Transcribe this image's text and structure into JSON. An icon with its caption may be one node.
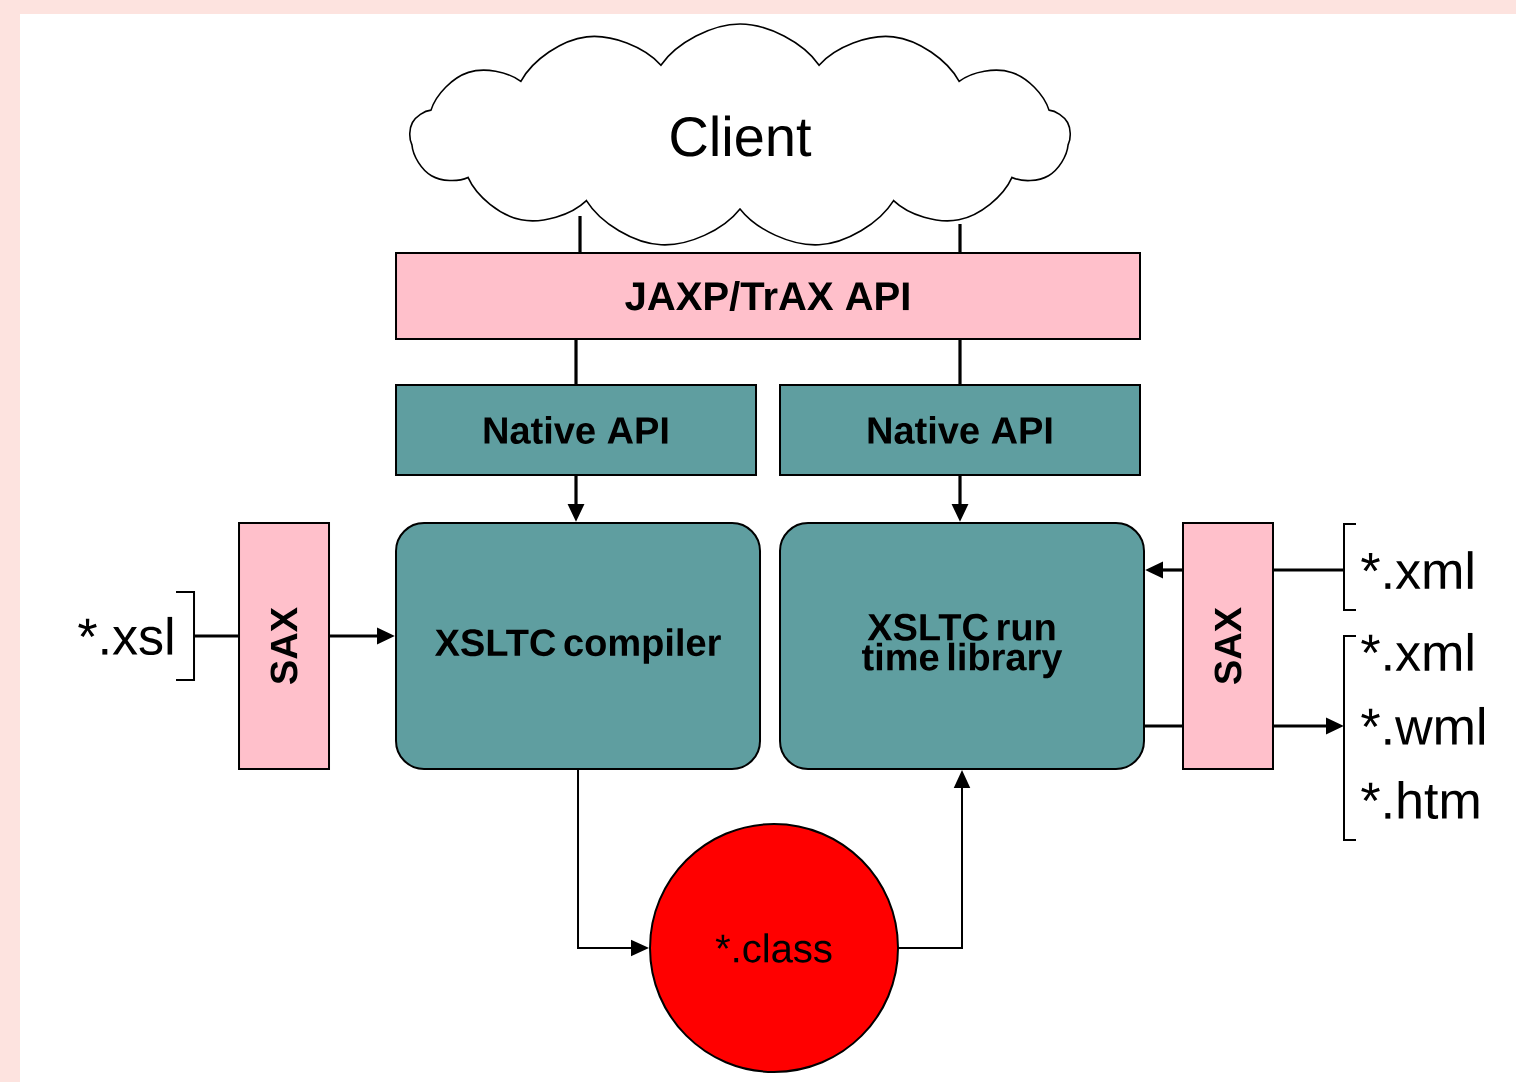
{
  "diagram": {
    "nodes": [
      {
        "text": [
          "Client"
        ]
      },
      {
        "text": [
          "JAXP/TrAX API"
        ]
      },
      {
        "text": [
          "Native API"
        ]
      },
      {
        "text": [
          "Native API"
        ]
      },
      {
        "text": [
          "SAX"
        ]
      },
      {
        "text": [
          "XSLTC compiler"
        ]
      },
      {
        "text": [
          "XSLTC run time library"
        ]
      },
      {
        "text": [
          "SAX"
        ]
      },
      {
        "text": [
          "*.class"
        ]
      },
      {
        "text": [
          "*.xsl"
        ]
      },
      {
        "text": [
          "*.xml"
        ]
      },
      {
        "text": [
          "*.xml",
          "*.wml",
          "*.htm"
        ]
      }
    ],
    "edges": [
      {
        "from": 0,
        "to": 1,
        "arrow": "none"
      },
      {
        "from": 0,
        "to": 1,
        "arrow": "none"
      },
      {
        "from": 1,
        "to": 2,
        "arrow": "none"
      },
      {
        "from": 1,
        "to": 3,
        "arrow": "none"
      },
      {
        "from": 2,
        "to": 5,
        "arrow": "to"
      },
      {
        "from": 3,
        "to": 6,
        "arrow": "to"
      },
      {
        "from": 9,
        "to": 4,
        "arrow": "none"
      },
      {
        "from": 4,
        "to": 5,
        "arrow": "to"
      },
      {
        "from": 10,
        "to": 7,
        "arrow": "none"
      },
      {
        "from": 7,
        "to": 6,
        "arrow": "to"
      },
      {
        "from": 6,
        "to": 7,
        "arrow": "none"
      },
      {
        "from": 7,
        "to": 11,
        "arrow": "to"
      },
      {
        "from": 5,
        "to": 8,
        "arrow": "to"
      },
      {
        "from": 8,
        "to": 6,
        "arrow": "to"
      }
    ]
  }
}
